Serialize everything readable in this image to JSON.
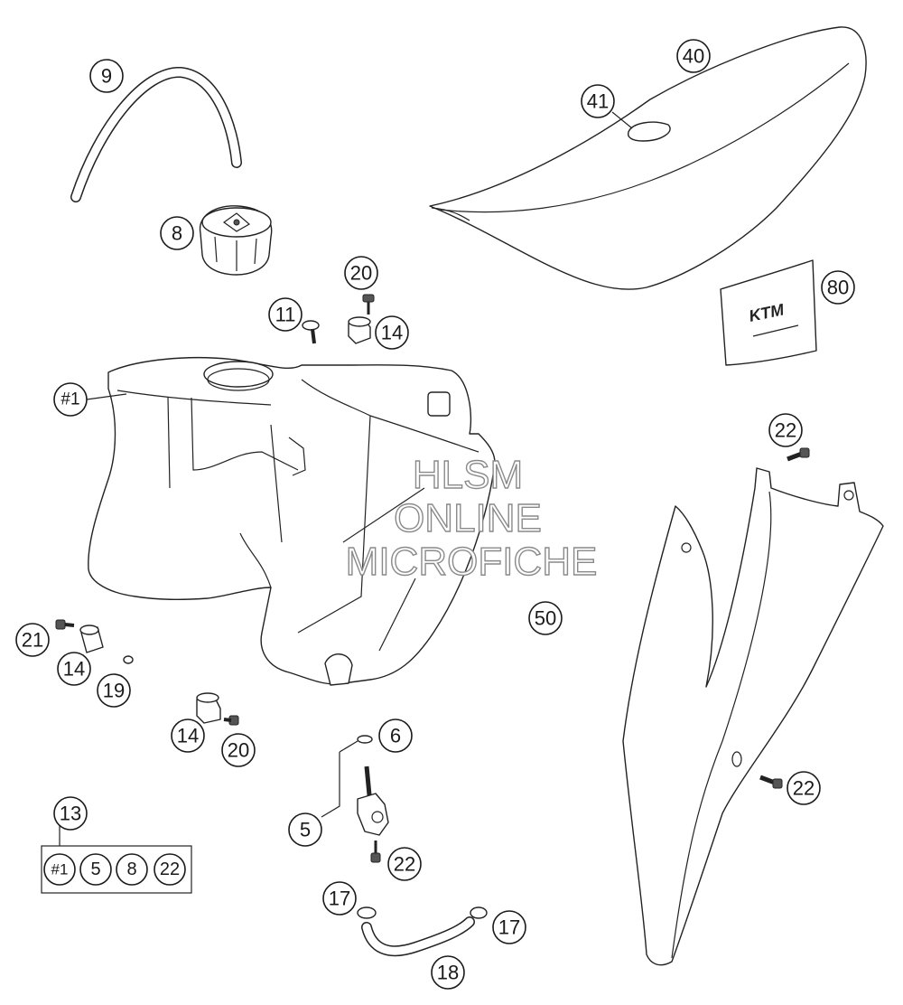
{
  "diagram": {
    "callouts": {
      "c9": "9",
      "c8": "8",
      "c40": "40",
      "c41": "41",
      "c80": "80",
      "c20a": "20",
      "c11": "11",
      "c14a": "14",
      "c1": "#1",
      "c22a": "22",
      "c50": "50",
      "c21": "21",
      "c14b": "14",
      "c19": "19",
      "c14c": "14",
      "c20b": "20",
      "c6": "6",
      "c5": "5",
      "c22b": "22",
      "c22c": "22",
      "c13": "13",
      "c17a": "17",
      "c17b": "17",
      "c18": "18"
    },
    "kit_items": [
      "#1",
      "5",
      "8",
      "22"
    ],
    "logo_text": "KTM",
    "watermark": [
      "HLSM",
      "ONLINE",
      "MICROFICHE"
    ]
  }
}
